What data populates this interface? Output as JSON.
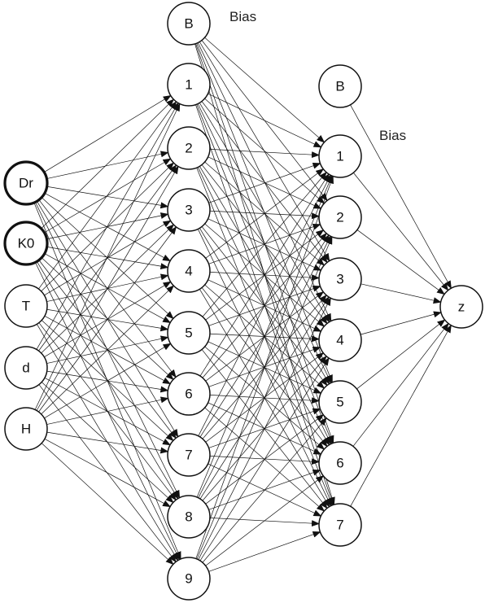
{
  "diagram": {
    "input_layer": [
      {
        "label": "Dr",
        "bold": true
      },
      {
        "label": "K0",
        "bold": true
      },
      {
        "label": "T",
        "bold": false
      },
      {
        "label": "d",
        "bold": false
      },
      {
        "label": "H",
        "bold": false
      }
    ],
    "hidden_layer_1": {
      "bias": "B",
      "bias_label": "Bias",
      "nodes": [
        "1",
        "2",
        "3",
        "4",
        "5",
        "6",
        "7",
        "8",
        "9"
      ]
    },
    "hidden_layer_2": {
      "bias": "B",
      "bias_label": "Bias",
      "nodes": [
        "1",
        "2",
        "3",
        "4",
        "5",
        "6",
        "7"
      ]
    },
    "output_layer": [
      "z"
    ],
    "colors": {
      "stroke": "#111111",
      "fill": "#ffffff"
    }
  }
}
